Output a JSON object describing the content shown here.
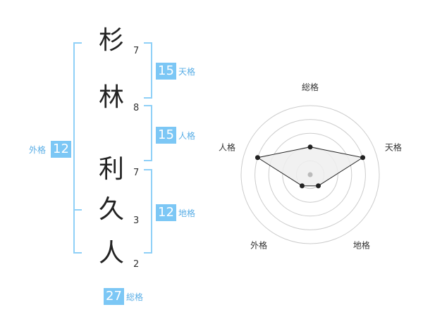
{
  "name": {
    "characters": [
      {
        "char": "杉",
        "strokes": "7"
      },
      {
        "char": "林",
        "strokes": "8"
      },
      {
        "char": "利",
        "strokes": "7"
      },
      {
        "char": "久",
        "strokes": "3"
      },
      {
        "char": "人",
        "strokes": "2"
      }
    ]
  },
  "fortunes": {
    "tenkaku": {
      "value": "15",
      "label": "天格"
    },
    "jinkaku": {
      "value": "15",
      "label": "人格"
    },
    "chikaku": {
      "value": "12",
      "label": "地格"
    },
    "gaikaku": {
      "value": "12",
      "label": "外格"
    },
    "soukaku": {
      "value": "27",
      "label": "総格"
    }
  },
  "chart_data": {
    "type": "radar",
    "axes": [
      "総格",
      "天格",
      "地格",
      "外格",
      "人格"
    ],
    "values": [
      2,
      4,
      1,
      1,
      4
    ],
    "max": 5,
    "rings": 5,
    "colors": {
      "fill": "#eeeeee",
      "line": "#222222",
      "grid": "#cccccc",
      "center": "#bbbbbb"
    }
  },
  "colors": {
    "accent": "#7cc7f5",
    "bracket": "#8fd0f7",
    "label": "#5aaee6"
  }
}
